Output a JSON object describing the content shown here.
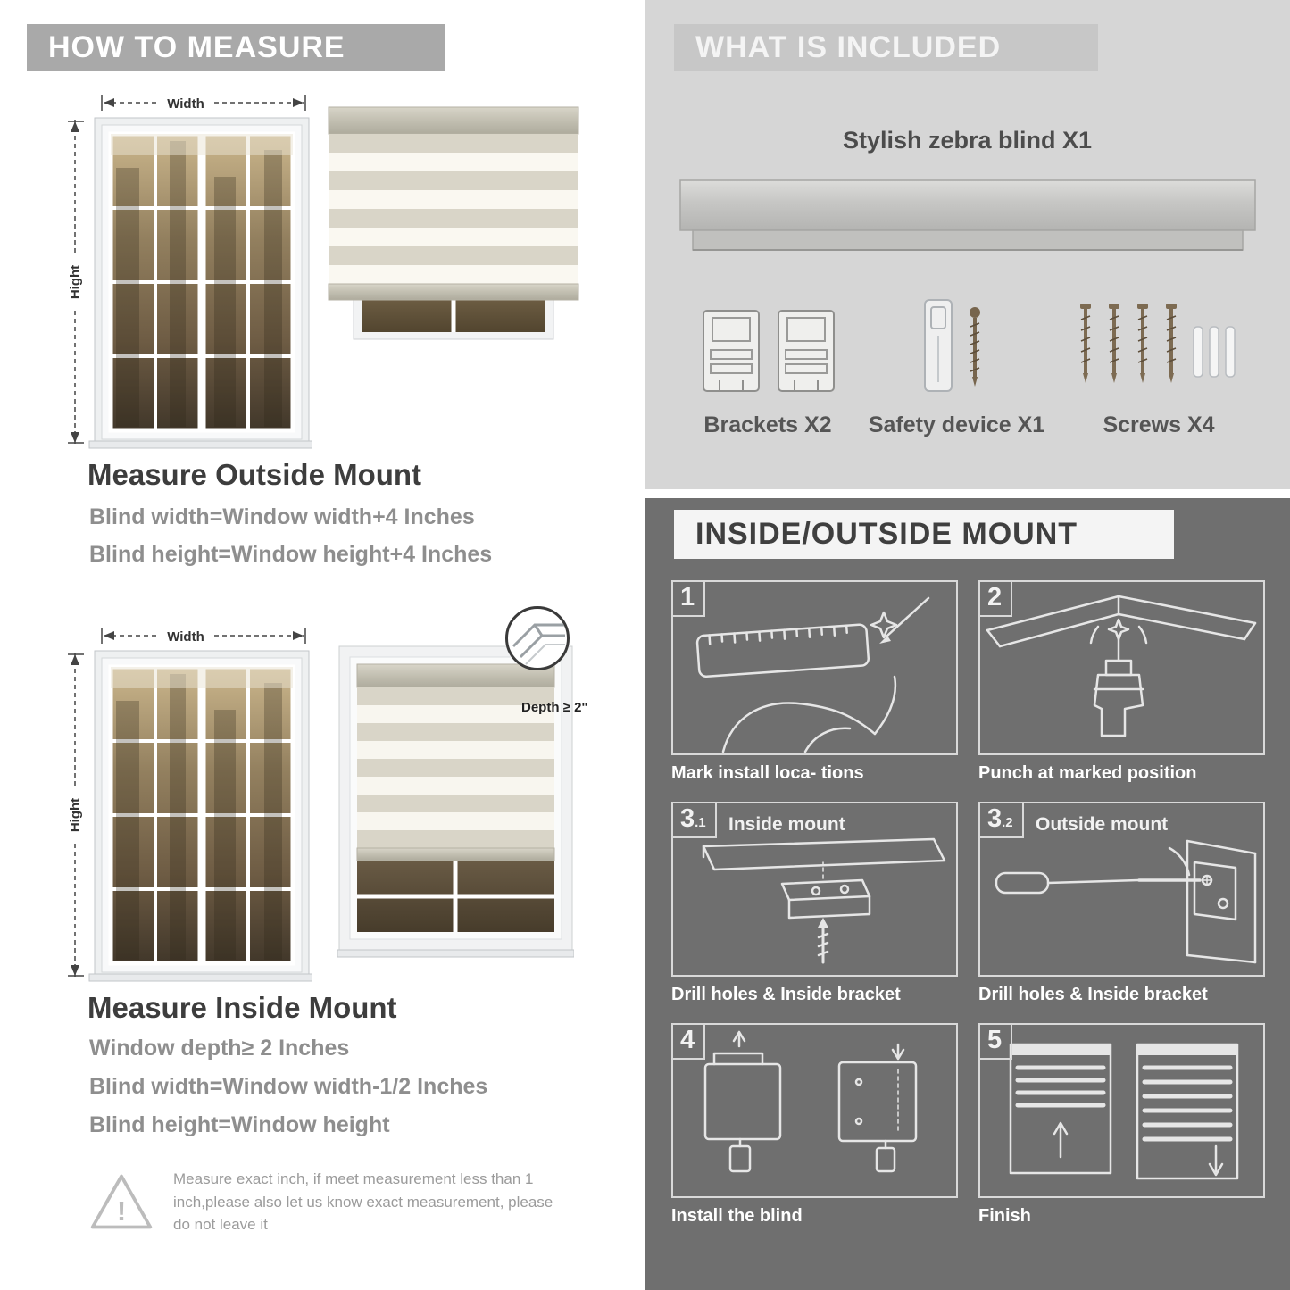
{
  "measure": {
    "header": "HOW TO MEASURE",
    "width_label": "Width",
    "height_label": "Hight",
    "outside": {
      "title": "Measure Outside Mount",
      "lines": [
        "Blind width=Window width+4 Inches",
        "Blind height=Window height+4 Inches"
      ]
    },
    "inside": {
      "title": "Measure Inside Mount",
      "depth_label": "Depth ≥ 2\"",
      "lines": [
        "Window depth≥ 2 Inches",
        "Blind width=Window width-1/2 Inches",
        "Blind height=Window height"
      ]
    },
    "warning": "Measure exact inch, if meet measurement less than 1 inch,please also let us know exact measurement, please do not leave it"
  },
  "included": {
    "header": "WHAT IS INCLUDED",
    "blind_label": "Stylish zebra blind X1",
    "items": [
      "Brackets X2",
      "Safety device X1",
      "Screws X4"
    ]
  },
  "mount": {
    "header": "INSIDE/OUTSIDE MOUNT",
    "steps": [
      {
        "num": "1",
        "sub": "",
        "title": "",
        "caption": "Mark install loca- tions"
      },
      {
        "num": "2",
        "sub": "",
        "title": "",
        "caption": "Punch at  marked position"
      },
      {
        "num": "3",
        "sub": ".1",
        "title": "Inside mount",
        "caption": "Drill holes &  Inside bracket"
      },
      {
        "num": "3",
        "sub": ".2",
        "title": "Outside mount",
        "caption": "Drill holes &  Inside bracket"
      },
      {
        "num": "4",
        "sub": "",
        "title": "",
        "caption": "Install the blind"
      },
      {
        "num": "5",
        "sub": "",
        "title": "",
        "caption": "Finish"
      }
    ]
  },
  "colors": {
    "light_panel": "#d6d6d6",
    "dark_panel": "#6f6f6f",
    "banner_gray": "#a9a9a9",
    "heading_text": "#3d3d3d",
    "sub_text": "#8e8e8e"
  }
}
